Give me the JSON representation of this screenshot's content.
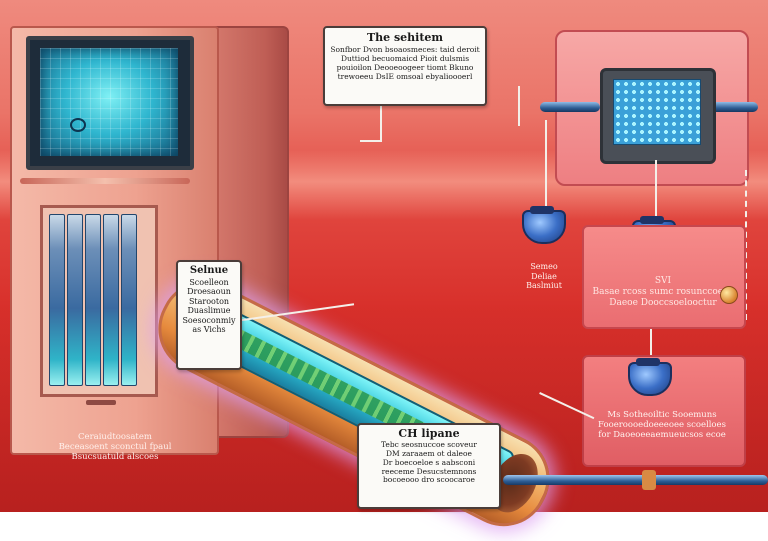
{
  "callouts": {
    "top": {
      "title": "The sehitem",
      "body": "Sonfbor Dvon bsoaosmeces: taid deroit\nDuttiod becuomaicd Pioit dulsmis\npouioilon Deooeoogeer tiomt Bkuno\ntrewoeeu DsIE omsoal ebyalioooerl"
    },
    "left": {
      "title": "Selnue",
      "body": "Scoelleon\nDroesaoun\nStarooton\nDuaslimue\nSoesoconmiy\nas Vichs"
    },
    "bottom": {
      "title": "CH lipane",
      "body": "Tebc seosnuccoe scoveur\nDM zaraaem ot daleoe\nDr boecoeloe s aabsconi\nreeceme Desucstemnons\nbocoeooo dro scoocaroe"
    }
  },
  "labels": {
    "bottom_left": "Ceraiudtoosatem\nBeceasoent sconctul fpaul\nBsucsuatuld alscoes",
    "sensor_left": "Semeo\nDeliae\nBaslmiut",
    "panel_mid": "SVI\nBasae rcoss sumc rosunccoens\nDaeoe Dooccsoelooctur",
    "panel_bot": "Ms Sotheoiltic Sooemuns\nFooeroooedoeeeoee scoelloes\nfor Daoeoeeaemueucsos ecoe"
  },
  "colors": {
    "background": "#d8302b",
    "tower": "#eea290",
    "screen": "#2fb6cf",
    "cylinder": "#e68a3d",
    "stage": "#ee7f82",
    "sensor": "#3b6fc7"
  },
  "icons": [
    "monitor-icon",
    "server-rack-icon",
    "chip-icon",
    "sensor-icon"
  ]
}
